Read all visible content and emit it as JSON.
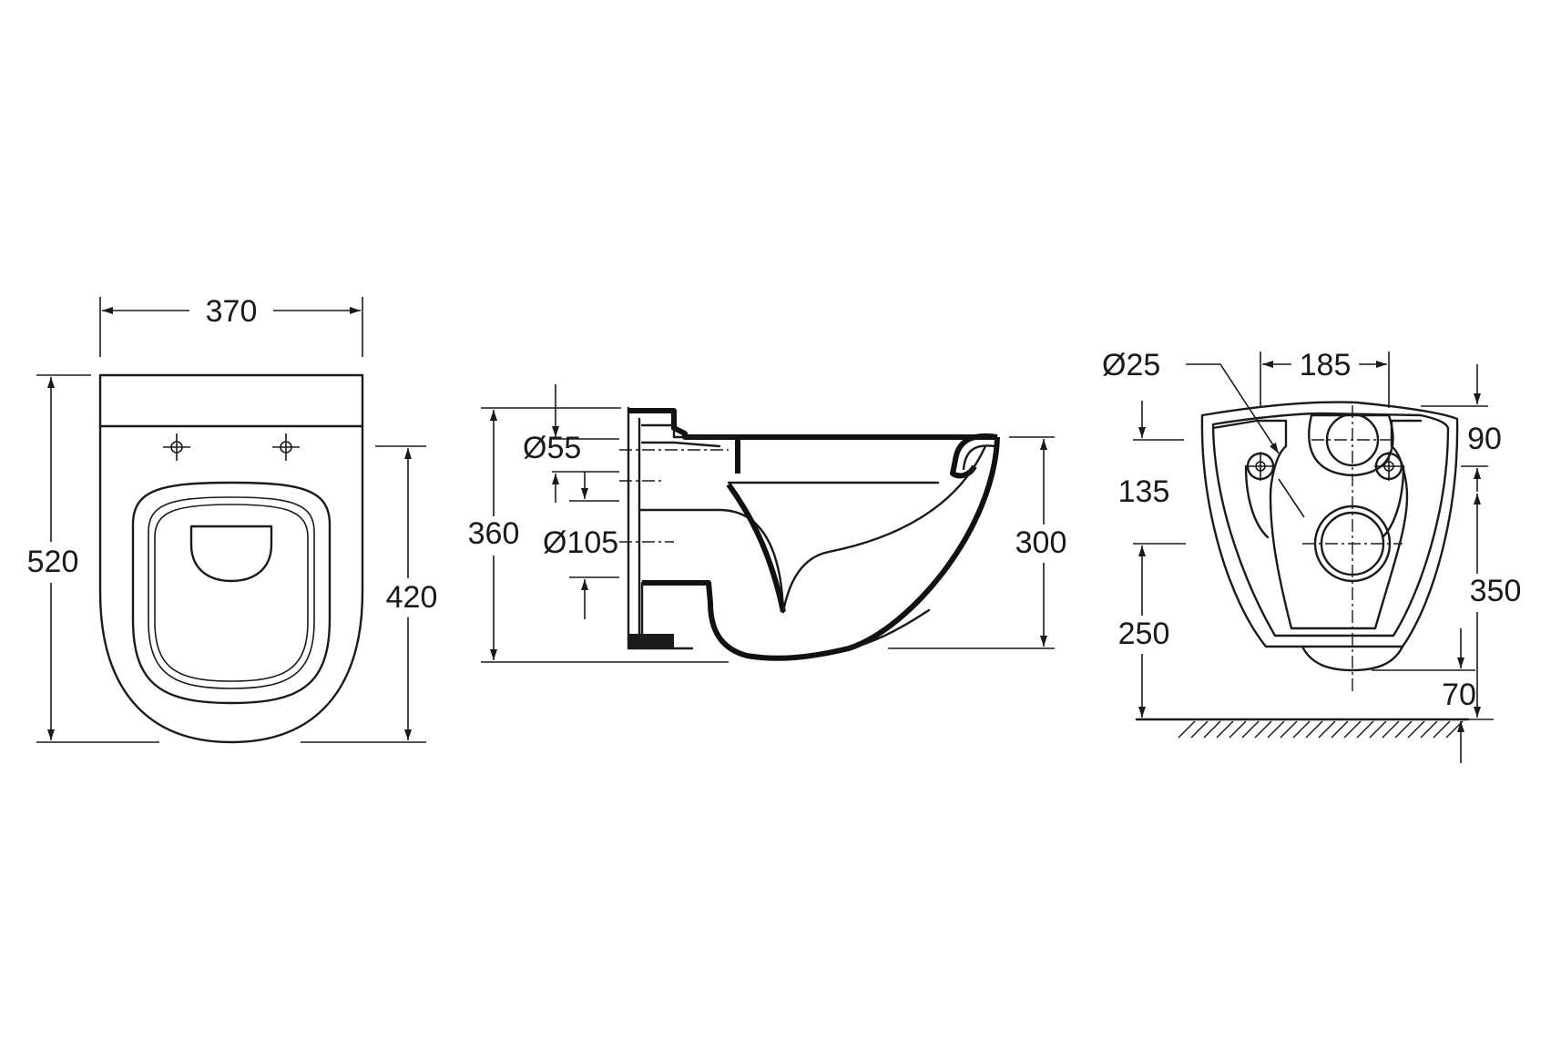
{
  "top_view": {
    "width": "370",
    "depth": "520",
    "seat_depth": "420"
  },
  "side_view": {
    "diameter_inlet": "Ø55",
    "diameter_outlet": "Ø105",
    "overall_height": "360",
    "bowl_height": "300"
  },
  "rear_view": {
    "diameter_bolt": "Ø25",
    "bolt_spacing": "185",
    "top_offset": "90",
    "outlet_spacing": "135",
    "outlet_height": "250",
    "overall_height": "350",
    "base_offset": "70"
  }
}
